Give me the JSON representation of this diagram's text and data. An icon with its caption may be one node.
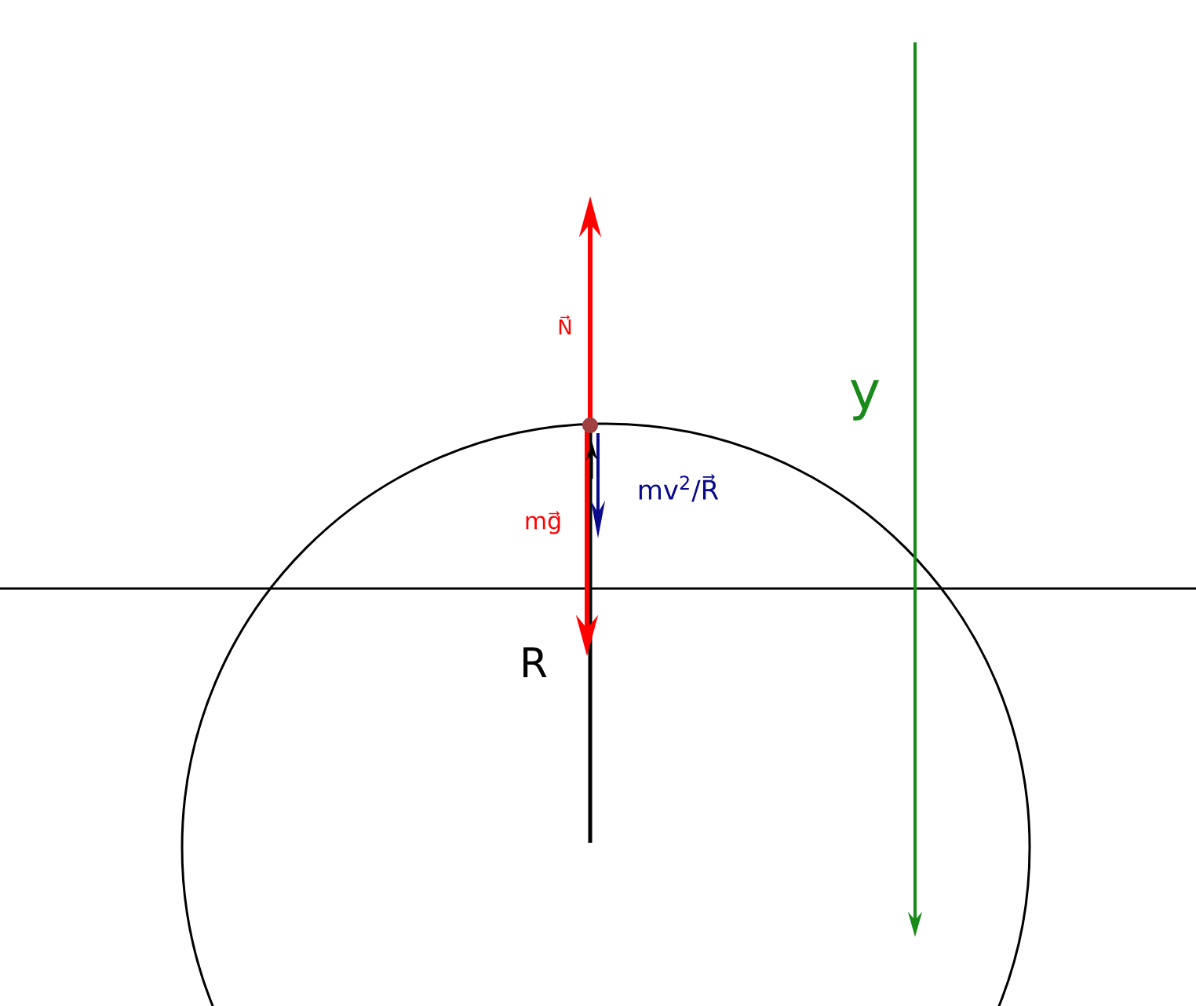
{
  "diagram": {
    "labels": [
      "N⃗",
      "y",
      "mv$^{2}$/R⃗",
      "mg⃗",
      "R"
    ]
  }
}
